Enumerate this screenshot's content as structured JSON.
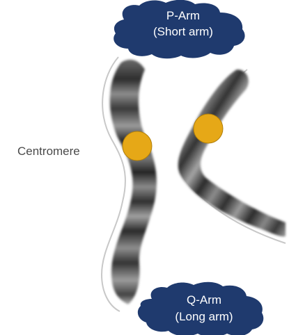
{
  "callouts": {
    "p_arm": {
      "line1": "P-Arm",
      "line2": "(Short arm)"
    },
    "q_arm": {
      "line1": "Q-Arm",
      "line2": "(Long arm)"
    },
    "centromere": "Centromere"
  },
  "colors": {
    "cloud_fill": "#1f3a6e",
    "cloud_text": "#ffffff",
    "centromere_marker": "#e6a817",
    "chromosome_dark": "#3a3a3a",
    "chromosome_light": "#a8a8a8",
    "label_text": "#4a4a4a"
  }
}
